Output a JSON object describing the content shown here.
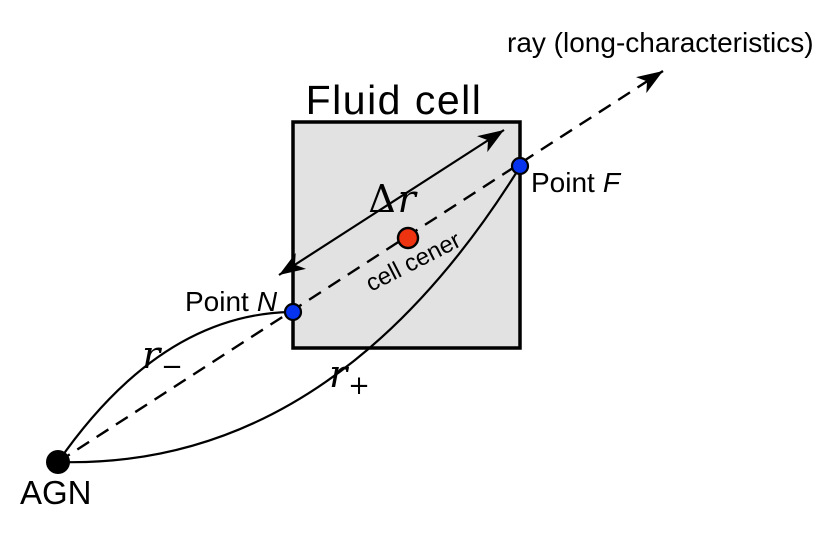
{
  "diagram": {
    "title": "Fluid cell",
    "ray_label": "ray (long-characteristics)",
    "agn_label": "AGN",
    "point_n": {
      "word": "Point",
      "letter": "N"
    },
    "point_f": {
      "word": "Point",
      "letter": "F"
    },
    "delta_r": {
      "delta": "Δ",
      "var": "r"
    },
    "r_minus": {
      "var": "r",
      "sub": "−"
    },
    "r_plus": {
      "var": "r",
      "sub": "+"
    },
    "cell_center_label": "cell cener"
  },
  "colors": {
    "background": "#ffffff",
    "cell_fill": "#e2e2e2",
    "outline": "#000000",
    "point_color": "#0533ee",
    "center_color": "#ee3311"
  }
}
